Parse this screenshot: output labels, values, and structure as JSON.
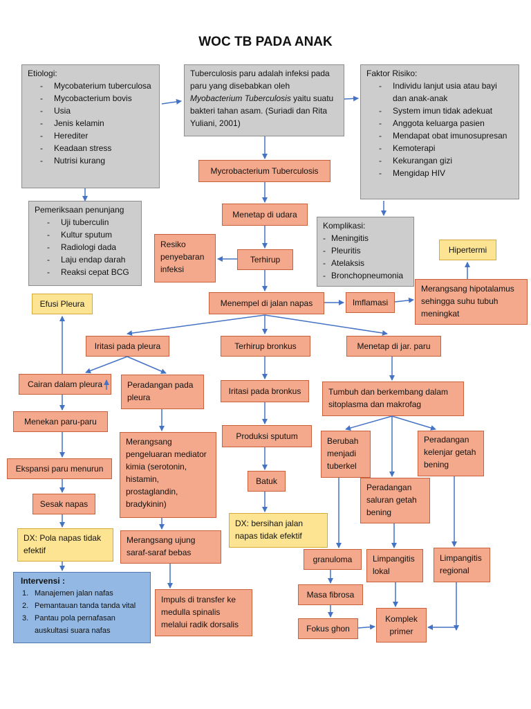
{
  "title": "WOC TB PADA ANAK",
  "colors": {
    "grey_box": "#cdcdcd",
    "process_box": "#f4a98c",
    "diagnosis_box": "#fde493",
    "intervention_box": "#92b8e3",
    "arrow": "#4472c4"
  },
  "etiologi": {
    "heading": "Etiologi:",
    "items": [
      "Mycobaterium tuberculosa",
      "Mycobacterium bovis",
      "Usia",
      "Jenis kelamin",
      "Herediter",
      "Keadaan stress",
      "Nutrisi kurang"
    ]
  },
  "definition": {
    "text_before": "Tuberculosis paru adalah infeksi pada paru yang disebabkan oleh ",
    "italic": "Myobacterium Tuberculosis",
    "text_after": " yaitu suatu bakteri tahan asam. (Suriadi dan Rita Yuliani, 2001)"
  },
  "faktor_risiko": {
    "heading": "Faktor Risiko:",
    "items": [
      "Individu lanjut usia atau bayi dan anak-anak",
      "System imun tidak adekuat",
      "Anggota keluarga pasien",
      "Mendapat obat imunosupresan",
      "Kemoterapi",
      "Kekurangan gizi",
      "Mengidap HIV"
    ]
  },
  "pemeriksaan": {
    "heading": "Pemeriksaan penunjang",
    "items": [
      "Uji tuberculin",
      "Kultur sputum",
      "Radiologi dada",
      "Laju endap darah",
      "Reaksi cepat BCG"
    ]
  },
  "komplikasi": {
    "heading": "Komplikasi:",
    "items": [
      "Meningitis",
      "Pleuritis",
      "Atelaksis",
      "Bronchopneumonia"
    ]
  },
  "nodes": {
    "mycobacterium": "Mycrobacterium Tuberculosis",
    "menetap_udara": "Menetap di udara",
    "terhirup": "Terhirup",
    "resiko": "Resiko penyebaran infeksi",
    "menempel": "Menempel di jalan napas",
    "imflamasi": "Imflamasi",
    "hipotalamus": "Merangsang hipotalamus sehingga suhu tubuh meningkat",
    "hipertermi": "Hipertermi",
    "efusi": "Efusi Pleura",
    "iritasi_pleura": "Iritasi pada pleura",
    "terhirup_bronkus": "Terhirup bronkus",
    "menetap_paru": "Menetap di jar. paru",
    "cairan": "Cairan dalam pleura",
    "peradangan_pleura": "Peradangan pada pleura",
    "iritasi_bronkus": "Iritasi pada bronkus",
    "tumbuh": "Tumbuh dan berkembang dalam sitoplasma dan makrofag",
    "menekan": "Menekan paru-paru",
    "mediator": "Merangsang pengeluaran mediator kimia (serotonin, histamin, prostaglandin, bradykinin)",
    "produksi": "Produksi sputum",
    "berubah": "Berubah menjadi tuberkel",
    "kelenjar": "Peradangan kelenjar getah bening",
    "ekspansi": "Ekspansi paru menurun",
    "saluran": "Peradangan saluran getah bening",
    "batuk": "Batuk",
    "sesak": "Sesak napas",
    "saraf": "Merangsang ujung saraf-saraf bebas",
    "dx_jalan_napas": "DX: bersihan jalan napas tidak efektif",
    "dx_pola_napas": "DX: Pola napas tidak efektif",
    "granuloma": "granuloma",
    "lokal": "Limpangitis lokal",
    "regional": "Limpangitis regional",
    "impuls": "Impuls di transfer ke medulla spinalis melalui radik dorsalis",
    "fibrosa": "Masa fibrosa",
    "ghon": "Fokus ghon",
    "komplek": "Komplek primer"
  },
  "intervensi": {
    "heading": "Intervensi :",
    "items": [
      "Manajemen jalan nafas",
      "Pemantauan tanda tanda vital",
      "Pantau pola pernafasan auskultasi suara nafas"
    ]
  }
}
